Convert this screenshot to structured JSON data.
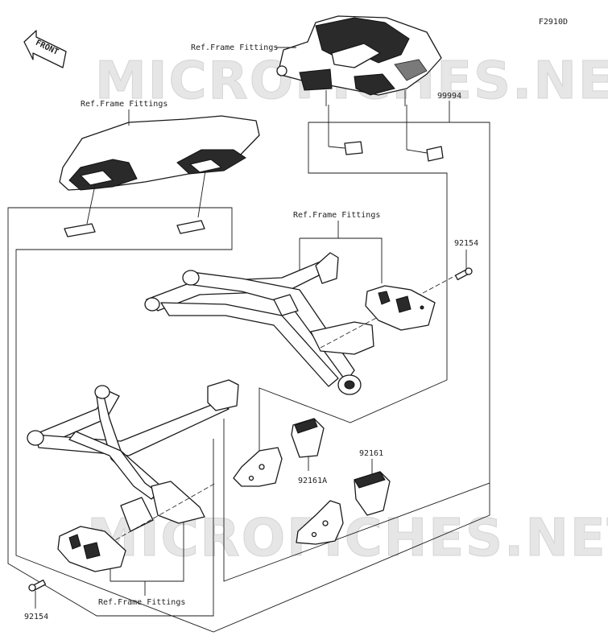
{
  "diagram_code": "F2910D",
  "front_label": "FRONT",
  "watermark": "MICROFICHES.NET",
  "labels": {
    "ref_top": "Ref.Frame Fittings",
    "ref_left": "Ref.Frame Fittings",
    "ref_mid": "Ref.Frame Fittings",
    "ref_bottom": "Ref.Frame Fittings",
    "part_99994": "99994",
    "part_92154_right": "92154",
    "part_92154_left": "92154",
    "part_92161": "92161",
    "part_92161a": "92161A"
  }
}
